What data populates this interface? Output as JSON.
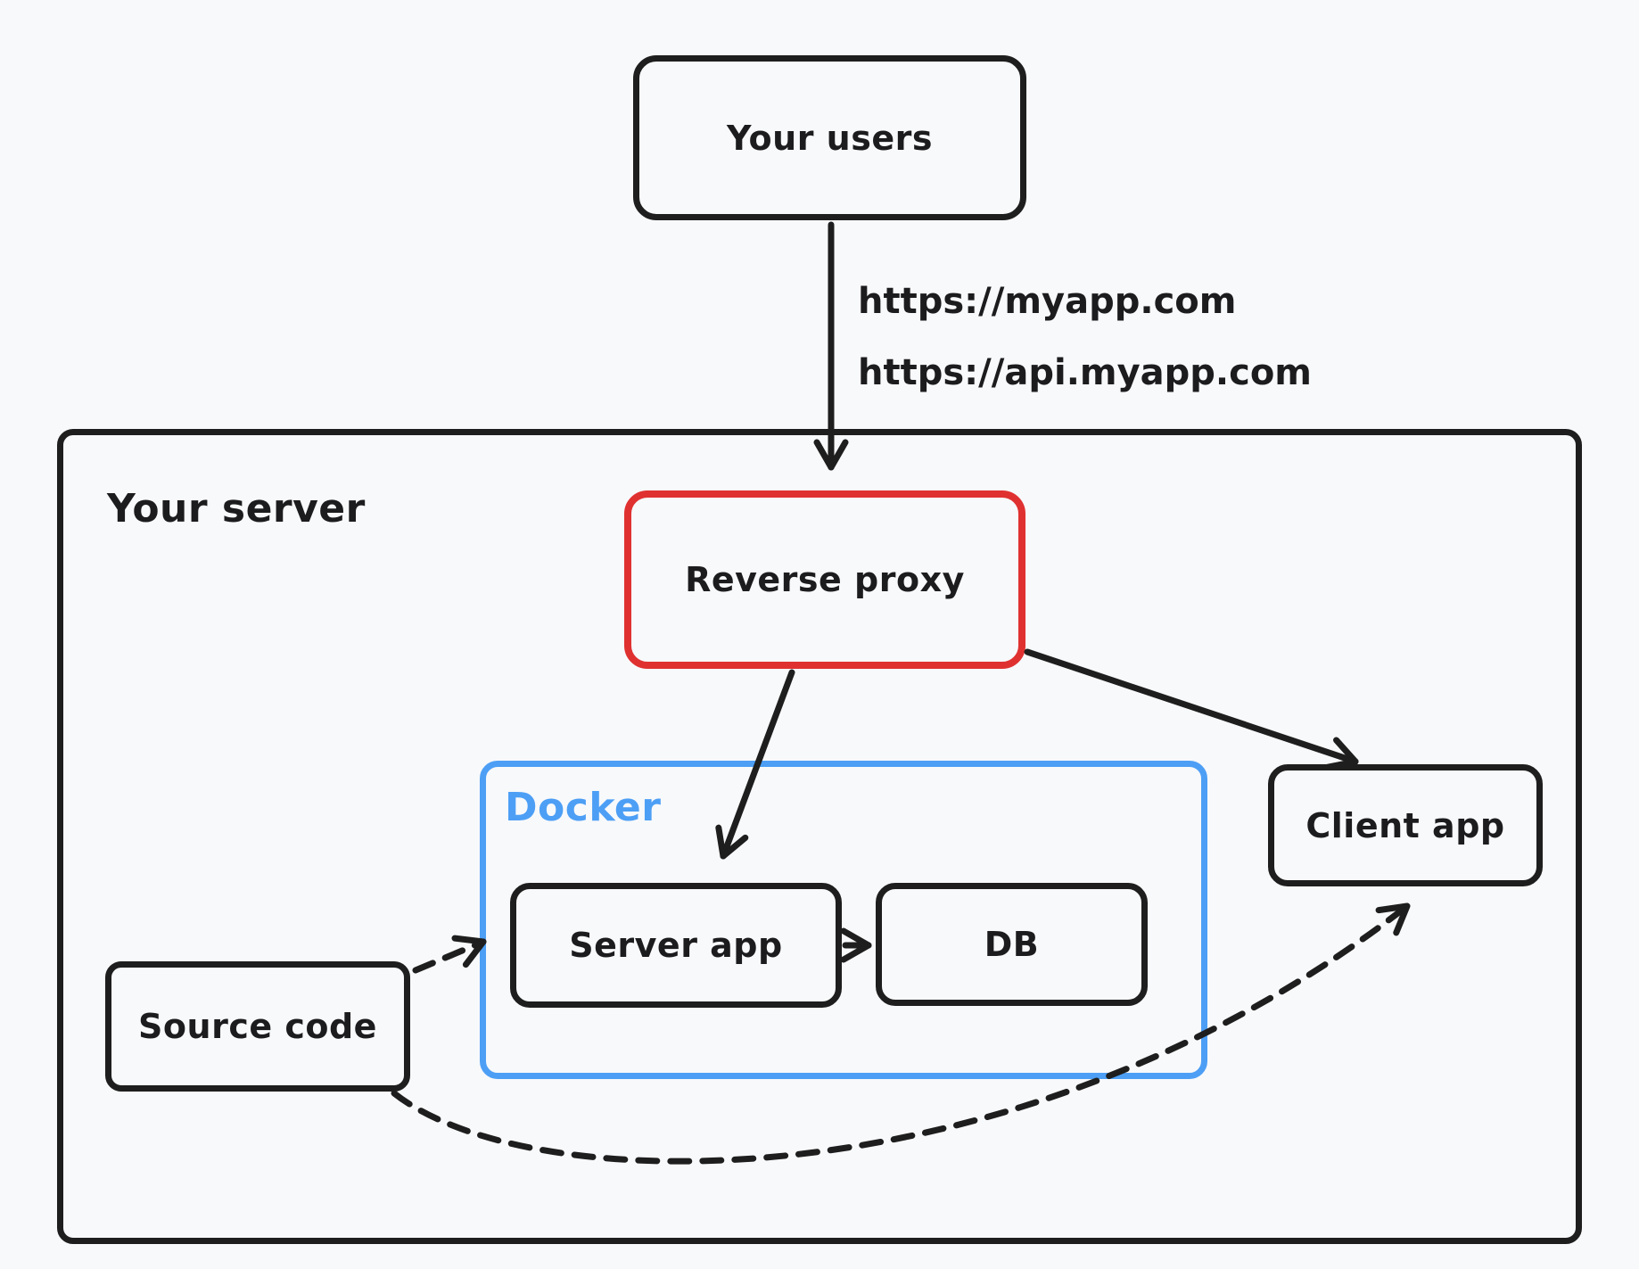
{
  "diagram": {
    "background": "#f8f9fb",
    "colors": {
      "ink": "#1e1e1e",
      "accent_red": "#e03131",
      "accent_blue": "#4d9ff5"
    },
    "nodes": {
      "your_users": {
        "label": "Your users"
      },
      "your_server": {
        "label": "Your server"
      },
      "reverse_proxy": {
        "label": "Reverse proxy",
        "border_color": "#e03131"
      },
      "docker": {
        "label": "Docker",
        "border_color": "#4d9ff5"
      },
      "server_app": {
        "label": "Server app"
      },
      "db": {
        "label": "DB"
      },
      "client_app": {
        "label": "Client app"
      },
      "source_code": {
        "label": "Source code"
      }
    },
    "edges": [
      {
        "from": "Your users",
        "to": "Reverse proxy",
        "style": "solid-arrow",
        "labels": [
          "https://myapp.com",
          "https://api.myapp.com"
        ]
      },
      {
        "from": "Reverse proxy",
        "to": "Server app",
        "style": "solid-arrow",
        "labels": []
      },
      {
        "from": "Reverse proxy",
        "to": "Client app",
        "style": "solid-arrow",
        "labels": []
      },
      {
        "from": "Server app",
        "to": "DB",
        "style": "solid-arrow",
        "labels": []
      },
      {
        "from": "Source code",
        "to": "Server app",
        "style": "dashed-arrow",
        "labels": []
      },
      {
        "from": "Source code",
        "to": "Client app",
        "style": "dashed-arrow",
        "labels": []
      }
    ]
  }
}
